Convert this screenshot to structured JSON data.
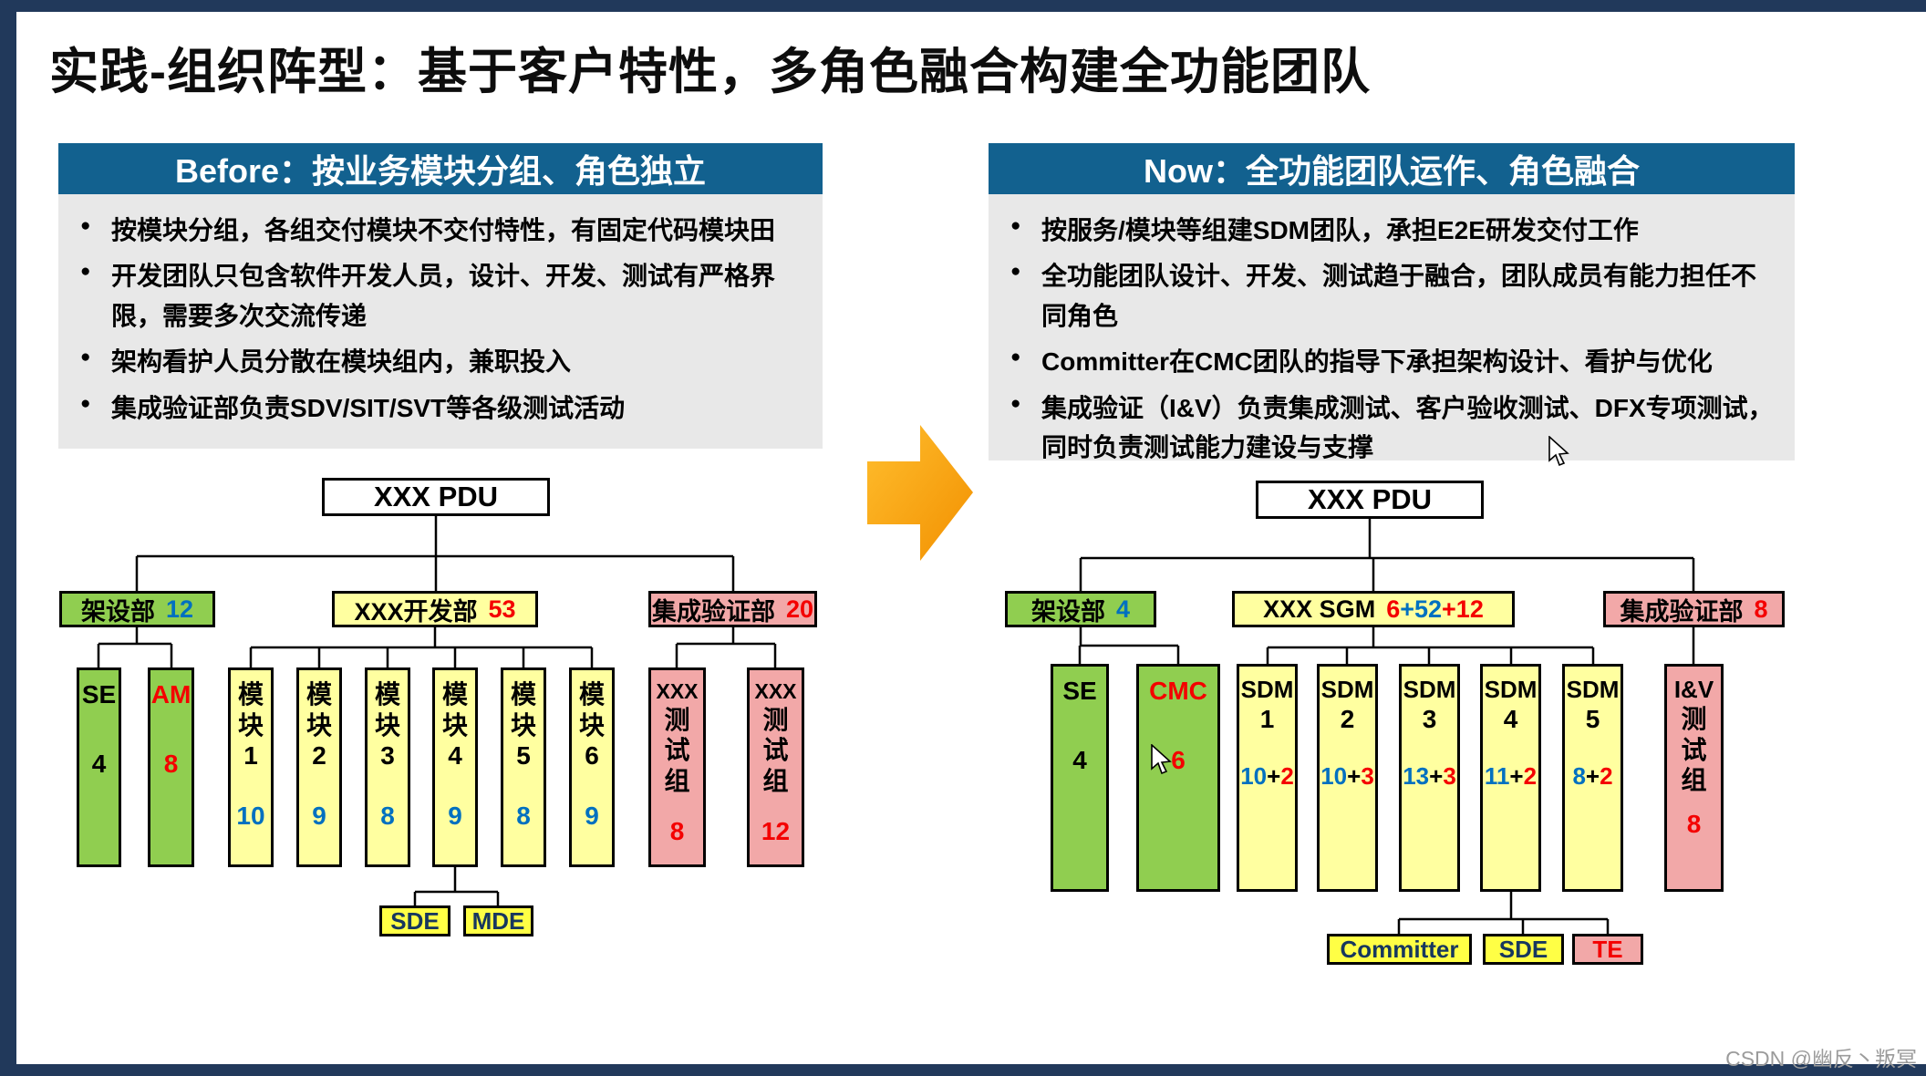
{
  "slide": {
    "title": "实践-组织阵型：基于客户特性，多角色融合构建全功能团队",
    "watermark": "CSDN @幽反丶叛冥"
  },
  "colors": {
    "header_blue": "#12618F",
    "panel_gray": "#E8E8E8",
    "box_green": "#90CE50",
    "box_pale_yellow": "#FFFFA0",
    "box_bright_yellow": "#FFFF45",
    "box_pink": "#F2A8A8",
    "text_red": "#F40000",
    "text_blue": "#0070C0",
    "text_navy": "#17375E",
    "arrow_orange": "#F7A11A",
    "frame_navy": "#21395B"
  },
  "before": {
    "header": "Before：按业务模块分组、角色独立",
    "bullets": [
      "按模块分组，各组交付模块不交付特性，有固定代码模块田",
      "开发团队只包含软件开发人员，设计、开发、测试有严格界限，需要多次交流传递",
      "架构看护人员分散在模块组内，兼职投入",
      "集成验证部负责SDV/SIT/SVT等各级测试活动"
    ],
    "chart": {
      "root": "XXX PDU",
      "dept_arch": {
        "label": "架设部",
        "count": "12"
      },
      "dept_dev": {
        "label": "XXX开发部",
        "count": "53"
      },
      "dept_iv": {
        "label": "集成验证部",
        "count": "20"
      },
      "se": {
        "label": "SE",
        "count": "4"
      },
      "am": {
        "label": "AM",
        "count": "8"
      },
      "modules": [
        {
          "name": "模块",
          "num": "1",
          "count": "10"
        },
        {
          "name": "模块",
          "num": "2",
          "count": "9"
        },
        {
          "name": "模块",
          "num": "3",
          "count": "8"
        },
        {
          "name": "模块",
          "num": "4",
          "count": "9"
        },
        {
          "name": "模块",
          "num": "5",
          "count": "8"
        },
        {
          "name": "模块",
          "num": "6",
          "count": "9"
        }
      ],
      "sde": "SDE",
      "mde": "MDE",
      "test_groups": [
        {
          "prefix": "XXX",
          "name": "测试组",
          "count": "8"
        },
        {
          "prefix": "XXX",
          "name": "测试组",
          "count": "12"
        }
      ]
    }
  },
  "now": {
    "header": "Now：全功能团队运作、角色融合",
    "bullets": [
      "按服务/模块等组建SDM团队，承担E2E研发交付工作",
      "全功能团队设计、开发、测试趋于融合，团队成员有能力担任不同角色",
      "Committer在CMC团队的指导下承担架构设计、看护与优化",
      "集成验证（I&V）负责集成测试、客户验收测试、DFX专项测试，同时负责测试能力建设与支撑"
    ],
    "chart": {
      "root": "XXX PDU",
      "dept_arch": {
        "label": "架设部",
        "count": "4"
      },
      "dept_sgm": {
        "label": "XXX SGM",
        "part1": "6",
        "part2": "+52",
        "part3": "+12"
      },
      "dept_iv": {
        "label": "集成验证部",
        "count": "8"
      },
      "se": {
        "label": "SE",
        "count": "4"
      },
      "cmc": {
        "label": "CMC",
        "count": "6"
      },
      "sdms": [
        {
          "name": "SDM",
          "num": "1",
          "blue": "10",
          "sep": "+",
          "red": "2"
        },
        {
          "name": "SDM",
          "num": "2",
          "blue": "10",
          "sep": "+",
          "red": "3"
        },
        {
          "name": "SDM",
          "num": "3",
          "blue": "13",
          "sep": "+",
          "red": "3"
        },
        {
          "name": "SDM",
          "num": "4",
          "blue": "11",
          "sep": "+",
          "red": "2"
        },
        {
          "name": "SDM",
          "num": "5",
          "blue": "8",
          "sep": "+",
          "red": "2"
        }
      ],
      "iv": {
        "label": "I&V",
        "name": "测试组",
        "count": "8"
      },
      "committer": "Committer",
      "sde": "SDE",
      "te": "TE"
    }
  }
}
